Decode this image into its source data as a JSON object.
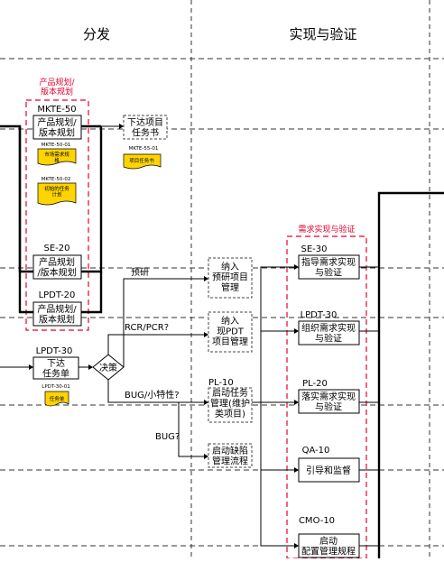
{
  "columns": {
    "left": "分发",
    "right": "实现与验证"
  },
  "groups": {
    "left_title": "产品规划/\n版本规划",
    "right_title": "需求实现与验证"
  },
  "nodes": {
    "mkte50": {
      "code": "MKTE-50",
      "label": "产品规划/\n版本规划"
    },
    "mkte50_01": {
      "code": "MKTE-50-01",
      "label": "市场需求规\n格"
    },
    "mkte50_02": {
      "code": "MKTE-50-02",
      "label": "初始的任务\n计划"
    },
    "task_issue": {
      "label": "下达项目\n任务书"
    },
    "mkte55_01": {
      "code": "MKTE-55-01",
      "label": "项目任务书"
    },
    "se20": {
      "code": "SE-20",
      "label": "产品规划\n/版本规划"
    },
    "lpdt20": {
      "code": "LPDT-20",
      "label": "产品规划/\n版本规划"
    },
    "lpdt30": {
      "code": "LPDT-30",
      "label": "下达\n任务单"
    },
    "lpdt30_01": {
      "code": "LPDT-30-01",
      "label": "任务单"
    },
    "decision": {
      "label": "决策"
    },
    "research": {
      "label": "纳入\n预研项目\n管理"
    },
    "pdt": {
      "label": "纳入\n现PDT\n项目管理"
    },
    "pl10": {
      "code": "PL-10",
      "label": "启动任务\n管理(维护\n类项目)"
    },
    "bugflow": {
      "label": "启动缺陷\n管理流程"
    },
    "se30": {
      "code": "SE-30",
      "label": "指导需求实现\n与验证"
    },
    "lpdt30b": {
      "code": "LPDT-30",
      "label": "组织需求实现\n与验证"
    },
    "pl20": {
      "code": "PL-20",
      "label": "落实需求实现\n与验证"
    },
    "qa10": {
      "code": "QA-10",
      "label": "引导和监督"
    },
    "cmo10": {
      "code": "CMO-10",
      "label": "启动\n配置管理规程"
    }
  },
  "edge_labels": {
    "research": "预研",
    "rcr": "RCR/PCR?",
    "bug_small": "BUG/小特性?",
    "bug": "BUG?"
  }
}
